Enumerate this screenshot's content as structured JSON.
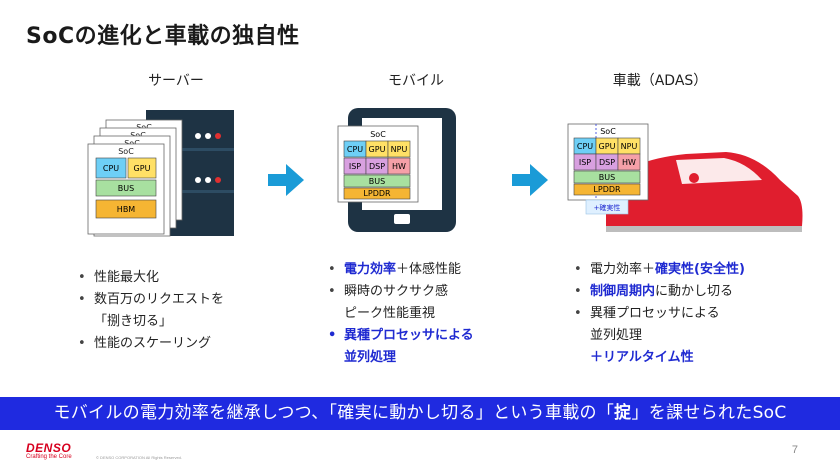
{
  "slide": {
    "title": "SoCの進化と車載の独自性",
    "page_number": "7"
  },
  "columns": [
    {
      "label": "サーバー"
    },
    {
      "label": "モバイル"
    },
    {
      "label": "車載（ADAS）"
    }
  ],
  "soc_blocks": {
    "soc": "SoC",
    "cpu": "CPU",
    "gpu": "GPU",
    "npu": "NPU",
    "isp": "ISP",
    "dsp": "DSP",
    "hw": "HW",
    "bus": "BUS",
    "hbm": "HBM",
    "lpddr": "LPDDR",
    "safety": "+確実性"
  },
  "colors": {
    "cpu": "#6ecff6",
    "gpu": "#ffe066",
    "bus": "#a8e0a0",
    "hbm": "#f5b533",
    "isp": "#d8a0e0",
    "hw": "#f5a0a8",
    "arrow": "#1a9bd7",
    "accent_blue": "#1f2ad1",
    "banner": "#1f2ae0",
    "car_red": "#e01e2e"
  },
  "server_bullets": [
    "性能最大化",
    "数百万のリクエストを",
    "「捌き切る」",
    "性能のスケーリング"
  ],
  "mobile_bullets": {
    "b1_bold": "電力効率",
    "b1_rest": "＋体感性能",
    "b2": "瞬時のサクサク感",
    "b2_cont": "ピーク性能重視",
    "b3": "異種プロセッサによる",
    "b3_cont": "並列処理"
  },
  "adas_bullets": {
    "b1_plain": "電力効率＋",
    "b1_bold": "確実性(安全性)",
    "b2_bold": "制御周期内",
    "b2_rest": "に動かし切る",
    "b3": "異種プロセッサによる",
    "b3_cont1": "並列処理",
    "b3_cont2": "＋リアルタイム性"
  },
  "banner": {
    "part1": "モバイルの電力効率を継承しつつ、「確実に動かし切る」という車載の「",
    "bold": "掟",
    "part2": "」を課せられたSoC"
  },
  "footer": {
    "logo": "DENSO",
    "tagline": "Crafting the Core",
    "copyright": "© DENSO CORPORATION All Rights Reserved."
  }
}
